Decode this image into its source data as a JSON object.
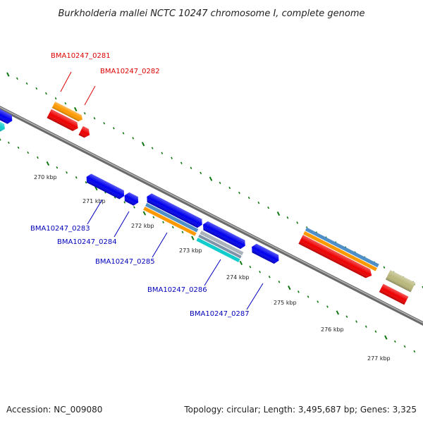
{
  "title": "Burkholderia mallei NCTC 10247 chromosome I, complete genome",
  "ticks": [
    "270 kbp",
    "271 kbp",
    "272 kbp",
    "273 kbp",
    "274 kbp",
    "275 kbp",
    "276 kbp",
    "277 kbp"
  ],
  "labels": {
    "forward": [
      "BMA10247_0281",
      "BMA10247_0282"
    ],
    "reverse": [
      "BMA10247_0283",
      "BMA10247_0284",
      "BMA10247_0285",
      "BMA10247_0286",
      "BMA10247_0287"
    ]
  },
  "colors": {
    "forward_label": "#dd0000",
    "reverse_label": "#0000bb",
    "backbone": "#888888",
    "tick": "#117711",
    "cds_blue": "#0000ee",
    "cds_red": "#ee0000",
    "orange": "#ff9900",
    "steelblue": "#4f8fc8",
    "cyan": "#11cccc",
    "gray": "#a9b3bc",
    "khaki": "#b9b77a"
  },
  "footer": {
    "accession": "Accession: NC_009080",
    "summary": "Topology: circular; Length: 3,495,687 bp; Genes: 3,325"
  }
}
